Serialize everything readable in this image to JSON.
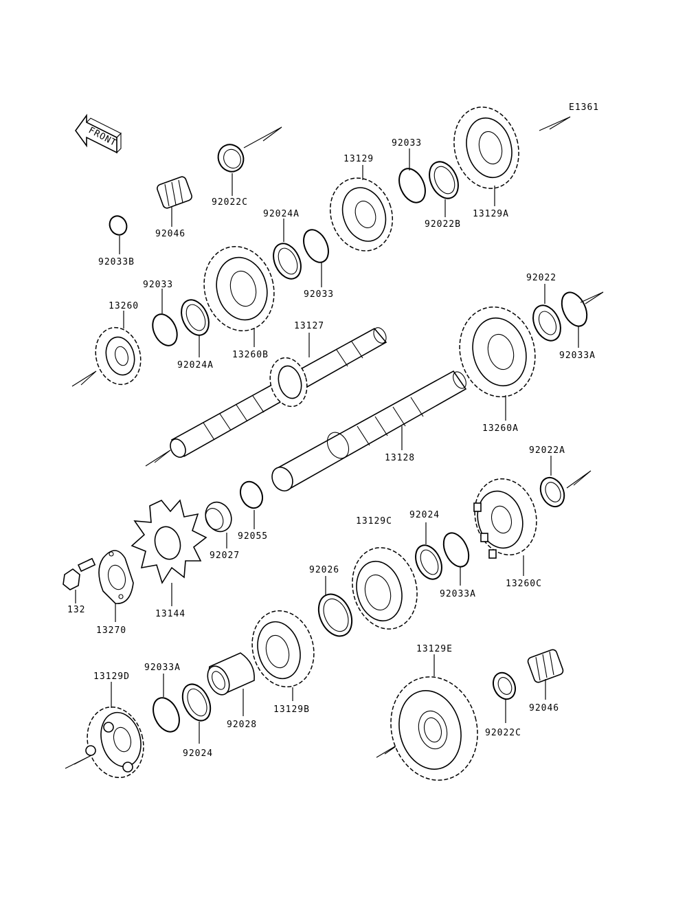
{
  "diagram_code": "E1361",
  "front_label": "FRONT",
  "labels": {
    "p92022C_top": "92022C",
    "p92046_top": "92046",
    "p92033B": "92033B",
    "p13129": "13129",
    "p92033_top": "92033",
    "p13129A": "13129A",
    "p92022B": "92022B",
    "p92024A_mid": "92024A",
    "p92033_mid": "92033",
    "p92033_left": "92033",
    "p13260": "13260",
    "p92024A_left": "92024A",
    "p13260B": "13260B",
    "p13127": "13127",
    "p92022": "92022",
    "p92033A_right": "92033A",
    "p13260A": "13260A",
    "p13128": "13128",
    "p92022A": "92022A",
    "p92055": "92055",
    "p92027": "92027",
    "p13129C": "13129C",
    "p92024_mid": "92024",
    "p92026": "92026",
    "p92033A_mid": "92033A",
    "p13260C": "13260C",
    "p132": "132",
    "p13270": "13270",
    "p13144": "13144",
    "p13129D": "13129D",
    "p92033A_low": "92033A",
    "p92024_low": "92024",
    "p92028": "92028",
    "p13129B": "13129B",
    "p13129E": "13129E",
    "p92022C_low": "92022C",
    "p92046_low": "92046"
  }
}
